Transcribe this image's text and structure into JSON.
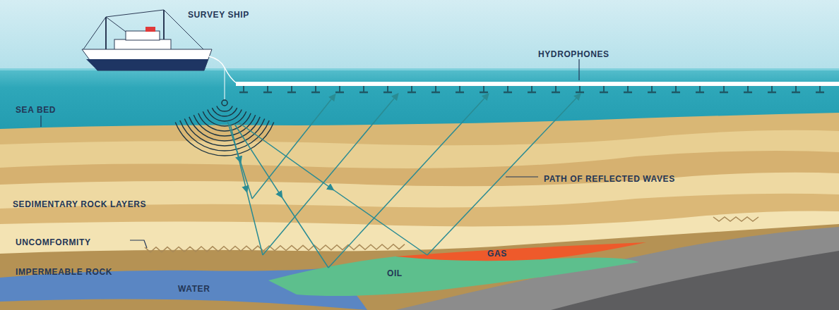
{
  "diagram": {
    "labels": [
      "SURVEY SHIP",
      "HYDROPHONES",
      "SEA BED",
      "PATH OF REFLECTED WAVES",
      "SEDIMENTARY ROCK LAYERS",
      "UNCOMFORMITY",
      "IMPERMEABLE ROCK",
      "WATER",
      "OIL",
      "GAS"
    ]
  }
}
